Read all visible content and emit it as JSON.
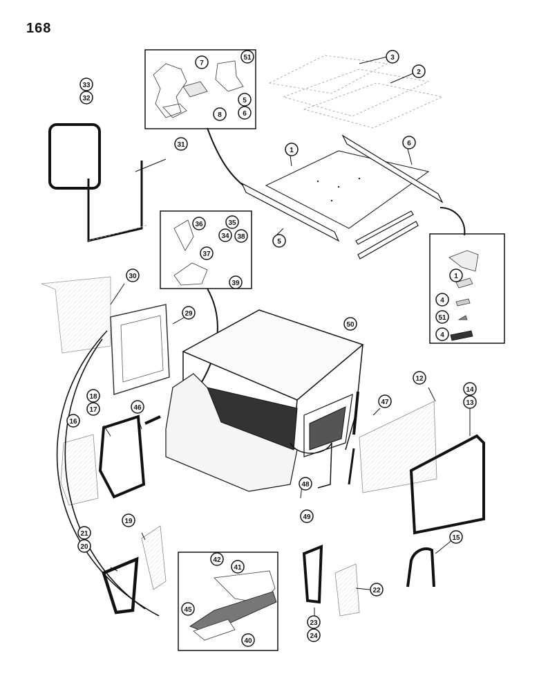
{
  "page_number": "168",
  "callouts": [
    "1",
    "2",
    "3",
    "4",
    "5",
    "6",
    "7",
    "8",
    "12",
    "13",
    "14",
    "15",
    "16",
    "17",
    "18",
    "19",
    "20",
    "21",
    "22",
    "23",
    "24",
    "29",
    "30",
    "31",
    "32",
    "33",
    "34",
    "35",
    "36",
    "37",
    "38",
    "39",
    "40",
    "41",
    "42",
    "45",
    "46",
    "47",
    "48",
    "49",
    "50",
    "51"
  ],
  "callout_labels": {
    "c3": "3",
    "c2": "2",
    "c51a": "51",
    "c7": "7",
    "c5a": "5",
    "c6a": "6",
    "c8": "8",
    "c33": "33",
    "c32": "32",
    "c31": "31",
    "c1a": "1",
    "c6b": "6",
    "c5b": "5",
    "c36": "36",
    "c35": "35",
    "c34": "34",
    "c38": "38",
    "c37": "37",
    "c39": "39",
    "c30": "30",
    "c29": "29",
    "c1b": "1",
    "c4a": "4",
    "c51b": "51",
    "c4b": "4",
    "c50": "50",
    "c12": "12",
    "c14": "14",
    "c13": "13",
    "c18": "18",
    "c17": "17",
    "c16": "16",
    "c46": "46",
    "c47": "47",
    "c48": "48",
    "c49": "49",
    "c19": "19",
    "c21": "21",
    "c20": "20",
    "c42": "42",
    "c41": "41",
    "c45": "45",
    "c40": "40",
    "c23": "23",
    "c24": "24",
    "c22": "22",
    "c15": "15"
  }
}
